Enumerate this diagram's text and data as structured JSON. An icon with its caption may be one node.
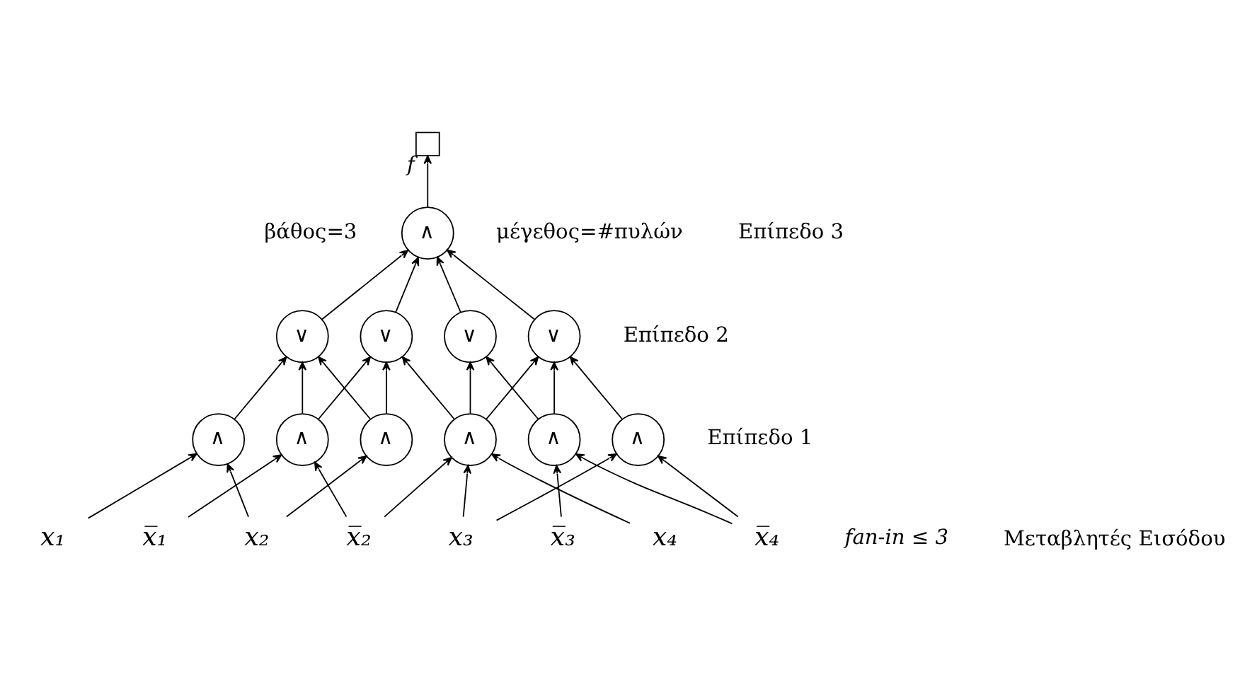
{
  "diagram": {
    "nodes": [
      {
        "text": [],
        "shape": "box",
        "beside": [
          "f"
        ]
      },
      {
        "text": [
          "∧"
        ]
      },
      {
        "text": [
          "∨"
        ]
      },
      {
        "text": [
          "∨"
        ]
      },
      {
        "text": [
          "∨"
        ]
      },
      {
        "text": [
          "∨"
        ]
      },
      {
        "text": [
          "∧"
        ]
      },
      {
        "text": [
          "∧"
        ]
      },
      {
        "text": [
          "∧"
        ]
      },
      {
        "text": [
          "∧"
        ]
      },
      {
        "text": [
          "∧"
        ]
      },
      {
        "text": [
          "∧"
        ]
      },
      {
        "text": [
          "x₁"
        ]
      },
      {
        "text": [
          "x̅₁"
        ]
      },
      {
        "text": [
          "x₂"
        ]
      },
      {
        "text": [
          "x̅₂"
        ]
      },
      {
        "text": [
          "x₃"
        ]
      },
      {
        "text": [
          "x̅₃"
        ]
      },
      {
        "text": [
          "x₄"
        ]
      },
      {
        "text": [
          "x̅₄"
        ]
      }
    ],
    "edges": [
      {
        "from": 1,
        "to": 0,
        "arrow": "to"
      },
      {
        "from": 2,
        "to": 1,
        "arrow": "to"
      },
      {
        "from": 3,
        "to": 1,
        "arrow": "to"
      },
      {
        "from": 4,
        "to": 1,
        "arrow": "to"
      },
      {
        "from": 5,
        "to": 1,
        "arrow": "to"
      },
      {
        "from": 6,
        "to": 2,
        "arrow": "to"
      },
      {
        "from": 7,
        "to": 2,
        "arrow": "to"
      },
      {
        "from": 7,
        "to": 3,
        "arrow": "to"
      },
      {
        "from": 8,
        "to": 2,
        "arrow": "to"
      },
      {
        "from": 8,
        "to": 3,
        "arrow": "to"
      },
      {
        "from": 9,
        "to": 3,
        "arrow": "to"
      },
      {
        "from": 9,
        "to": 4,
        "arrow": "to"
      },
      {
        "from": 9,
        "to": 5,
        "arrow": "to"
      },
      {
        "from": 10,
        "to": 4,
        "arrow": "to"
      },
      {
        "from": 10,
        "to": 5,
        "arrow": "to"
      },
      {
        "from": 11,
        "to": 5,
        "arrow": "to"
      },
      {
        "from": 12,
        "to": 6,
        "arrow": "to"
      },
      {
        "from": 13,
        "to": 7,
        "arrow": "to"
      },
      {
        "from": 14,
        "to": 6,
        "arrow": "to"
      },
      {
        "from": 14,
        "to": 8,
        "arrow": "to"
      },
      {
        "from": 15,
        "to": 7,
        "arrow": "to"
      },
      {
        "from": 15,
        "to": 9,
        "arrow": "to"
      },
      {
        "from": 16,
        "to": 9,
        "arrow": "to"
      },
      {
        "from": 16,
        "to": 11,
        "arrow": "to"
      },
      {
        "from": 17,
        "to": 10,
        "arrow": "to"
      },
      {
        "from": 18,
        "to": 9,
        "arrow": "to"
      },
      {
        "from": 19,
        "to": 10,
        "arrow": "to"
      },
      {
        "from": 19,
        "to": 11,
        "arrow": "to"
      }
    ],
    "labels": [
      "βάθος=3",
      "μέγεθος=#πυλών",
      "Επίπεδο 3",
      "Επίπεδο 2",
      "Επίπεδο 1",
      "fan-in ≤ 3",
      "Μεταβλητές Εισόδου"
    ]
  }
}
